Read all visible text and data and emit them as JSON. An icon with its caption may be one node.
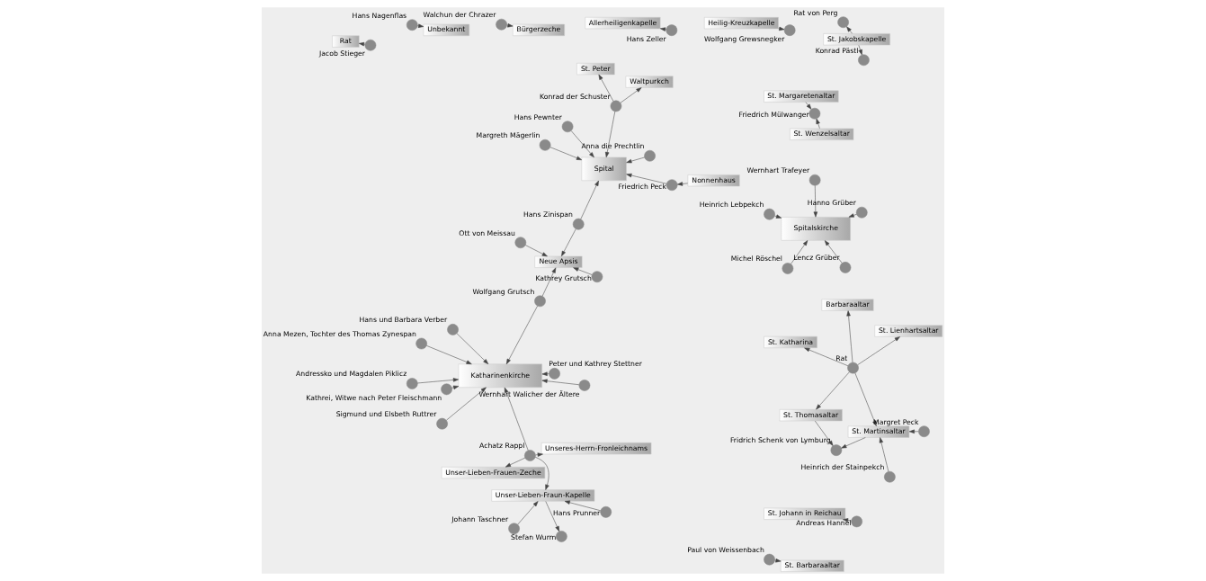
{
  "diagram": {
    "nodes": [
      {
        "text": [
          "Paul von Weissenbach"
        ]
      },
      {
        "text": [
          "St. Barbaraaltar"
        ]
      },
      {
        "text": [
          "Heilig-Kreuzkapelle"
        ]
      },
      {
        "text": [
          "Wolfgang Grewsnegker"
        ]
      },
      {
        "text": [
          "St. Johann in Reichau"
        ]
      },
      {
        "text": [
          "Andreas Hannel"
        ]
      },
      {
        "text": [
          "Anna Mezen, Tochter des Thomas Zynespan"
        ]
      },
      {
        "text": [
          "Peter und Kathrey Stettner"
        ]
      },
      {
        "text": [
          "Michel Röschel"
        ]
      },
      {
        "text": [
          "Lencz Grüber"
        ]
      },
      {
        "text": [
          "Rat von Perg"
        ]
      },
      {
        "text": [
          "Sigmund und Elsbeth Ruttrer"
        ]
      },
      {
        "text": [
          "Hans und Barbara Verber"
        ]
      },
      {
        "text": [
          "Spitalskirche"
        ]
      },
      {
        "text": [
          "Nonnenhaus"
        ]
      },
      {
        "text": [
          "Katharinenkirche"
        ]
      },
      {
        "text": [
          "Andressko und Magdalen Piklicz"
        ]
      },
      {
        "text": [
          "St. Jakobskapelle"
        ]
      },
      {
        "text": [
          "Anna die Prechtlin"
        ]
      },
      {
        "text": [
          "Friedrich Peck"
        ]
      },
      {
        "text": [
          "Wernhart Walicher der Ältere"
        ]
      },
      {
        "text": [
          "Wernhart Trafeyer"
        ]
      },
      {
        "text": [
          "Hanno Grüber"
        ]
      },
      {
        "text": [
          "Kathrei, Witwe nach Peter Fleischmann"
        ]
      },
      {
        "text": [
          "Konrad Pästl"
        ]
      },
      {
        "text": [
          "Margreth Mägerlin"
        ]
      },
      {
        "text": [
          "Spital"
        ]
      },
      {
        "text": [
          "Unseres-Herrn-Fronleichnams"
        ]
      },
      {
        "text": [
          "Heinrich Lebpekch"
        ]
      },
      {
        "text": [
          "Hans Zinispan"
        ]
      },
      {
        "text": [
          "Wolfgang Grutsch"
        ]
      },
      {
        "text": [
          "Achatz Rappl"
        ]
      },
      {
        "text": [
          "Hans Pewnter"
        ]
      },
      {
        "text": [
          "Neue Apsis"
        ]
      },
      {
        "text": [
          "Unser-Lieben-Frauen-Zeche"
        ]
      },
      {
        "text": [
          "Konrad der Schuster"
        ]
      },
      {
        "text": [
          "St. Katharina"
        ]
      },
      {
        "text": [
          "St. Lienhartsaltar"
        ]
      },
      {
        "text": [
          "St. Thomasaltar"
        ]
      },
      {
        "text": [
          "Unser-Lieben-Fraun-Kapelle"
        ]
      },
      {
        "text": [
          "Hans Prunner"
        ]
      },
      {
        "text": [
          "Rat"
        ]
      },
      {
        "text": [
          "Fridrich Schenk von Lymburg"
        ]
      },
      {
        "text": [
          "Barbaraaltar"
        ]
      },
      {
        "text": [
          "Kathrey Grutsch"
        ]
      },
      {
        "text": [
          "Ott von Meissau"
        ]
      },
      {
        "text": [
          "Stefan Wurm"
        ]
      },
      {
        "text": [
          "St. Martinsaltar"
        ]
      },
      {
        "text": [
          "Waltpurkch"
        ]
      },
      {
        "text": [
          "St. Peter"
        ]
      },
      {
        "text": [
          "Johann Taschner"
        ]
      },
      {
        "text": [
          "Margret Peck"
        ]
      },
      {
        "text": [
          "Heinrich der Stainpekch"
        ]
      },
      {
        "text": [
          "St. Margaretenaltar"
        ]
      },
      {
        "text": [
          "Friedrich Mülwanger"
        ]
      },
      {
        "text": [
          "Walchun der Chrazer"
        ]
      },
      {
        "text": [
          "Rat"
        ]
      },
      {
        "text": [
          "Hans Nagenflas"
        ]
      },
      {
        "text": [
          "Jacob Stieger"
        ]
      },
      {
        "text": [
          "Bürgerzeche"
        ]
      },
      {
        "text": [
          "St. Wenzelsaltar"
        ]
      },
      {
        "text": [
          "Unbekannt"
        ]
      },
      {
        "text": [
          "Allerheiligenkapelle"
        ]
      },
      {
        "text": [
          "Hans Zeller"
        ]
      }
    ],
    "edges": [
      {
        "from": 0,
        "to": 1,
        "arrow": "to"
      },
      {
        "from": 2,
        "to": 3,
        "arrow": "to"
      },
      {
        "from": 5,
        "to": 4,
        "arrow": "to"
      },
      {
        "from": 6,
        "to": 15,
        "arrow": "to"
      },
      {
        "from": 7,
        "to": 15,
        "arrow": "to"
      },
      {
        "from": 11,
        "to": 15,
        "arrow": "to"
      },
      {
        "from": 12,
        "to": 15,
        "arrow": "to"
      },
      {
        "from": 16,
        "to": 15,
        "arrow": "to"
      },
      {
        "from": 20,
        "to": 15,
        "arrow": "to"
      },
      {
        "from": 23,
        "to": 15,
        "arrow": "to"
      },
      {
        "from": 30,
        "to": 15,
        "arrow": "to"
      },
      {
        "from": 31,
        "to": 15,
        "arrow": "to"
      },
      {
        "from": 8,
        "to": 13,
        "arrow": "to"
      },
      {
        "from": 9,
        "to": 13,
        "arrow": "to"
      },
      {
        "from": 21,
        "to": 13,
        "arrow": "to"
      },
      {
        "from": 28,
        "to": 13,
        "arrow": "to"
      },
      {
        "from": 22,
        "to": 13,
        "arrow": "to"
      },
      {
        "from": 17,
        "to": 10,
        "arrow": "to"
      },
      {
        "from": 17,
        "to": 24,
        "arrow": "to"
      },
      {
        "from": 14,
        "to": 19,
        "arrow": "to"
      },
      {
        "from": 19,
        "to": 26,
        "arrow": "to"
      },
      {
        "from": 18,
        "to": 26,
        "arrow": "to"
      },
      {
        "from": 25,
        "to": 26,
        "arrow": "to"
      },
      {
        "from": 32,
        "to": 26,
        "arrow": "to"
      },
      {
        "from": 29,
        "to": 26,
        "arrow": "to"
      },
      {
        "from": 35,
        "to": 26,
        "arrow": "to"
      },
      {
        "from": 29,
        "to": 33,
        "arrow": "to"
      },
      {
        "from": 30,
        "to": 33,
        "arrow": "to"
      },
      {
        "from": 44,
        "to": 33,
        "arrow": "to"
      },
      {
        "from": 45,
        "to": 33,
        "arrow": "to"
      },
      {
        "from": 35,
        "to": 48,
        "arrow": "to"
      },
      {
        "from": 35,
        "to": 49,
        "arrow": "to"
      },
      {
        "from": 31,
        "to": 27,
        "arrow": "to"
      },
      {
        "from": 31,
        "to": 34,
        "arrow": "to"
      },
      {
        "from": 31,
        "to": 39,
        "arrow": "to"
      },
      {
        "from": 40,
        "to": 39,
        "arrow": "to"
      },
      {
        "from": 50,
        "to": 39,
        "arrow": "to"
      },
      {
        "from": 39,
        "to": 46,
        "arrow": "to"
      },
      {
        "from": 41,
        "to": 36,
        "arrow": "to"
      },
      {
        "from": 41,
        "to": 37,
        "arrow": "to"
      },
      {
        "from": 41,
        "to": 38,
        "arrow": "to"
      },
      {
        "from": 41,
        "to": 43,
        "arrow": "to"
      },
      {
        "from": 41,
        "to": 47,
        "arrow": "to"
      },
      {
        "from": 38,
        "to": 42,
        "arrow": "to"
      },
      {
        "from": 47,
        "to": 42,
        "arrow": "to"
      },
      {
        "from": 51,
        "to": 47,
        "arrow": "to"
      },
      {
        "from": 52,
        "to": 47,
        "arrow": "to"
      },
      {
        "from": 53,
        "to": 54,
        "arrow": "to"
      },
      {
        "from": 60,
        "to": 54,
        "arrow": "to"
      },
      {
        "from": 57,
        "to": 61,
        "arrow": "to"
      },
      {
        "from": 55,
        "to": 59,
        "arrow": "to"
      },
      {
        "from": 58,
        "to": 56,
        "arrow": "to"
      },
      {
        "from": 63,
        "to": 62,
        "arrow": "to"
      }
    ]
  }
}
